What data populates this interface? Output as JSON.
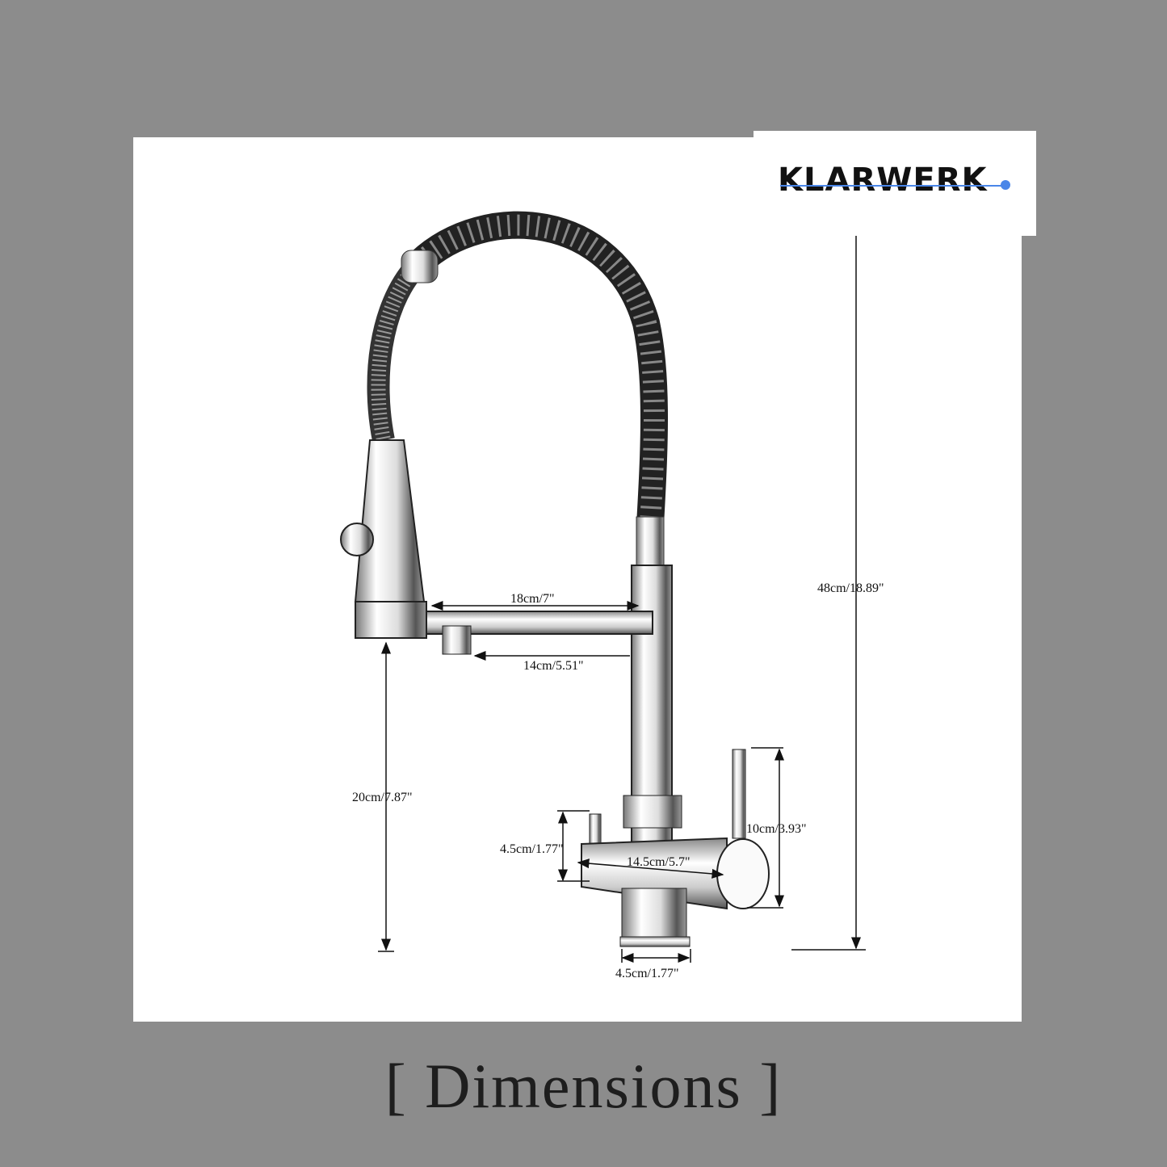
{
  "brand": {
    "logo_text": "KLARWERK",
    "accent": "#4a86e8"
  },
  "title": "[ Dimensions ]",
  "dimensions": {
    "total_height": "48cm/18.89\"",
    "spout_reach": "18cm/7\"",
    "arm_length": "14cm/5.51\"",
    "spout_clearance": "20cm/7.87\"",
    "lever_height": "10cm/3.93\"",
    "small_lever_height": "4.5cm/1.77\"",
    "body_width": "14.5cm/5.7\"",
    "base_diameter": "4.5cm/1.77\""
  }
}
